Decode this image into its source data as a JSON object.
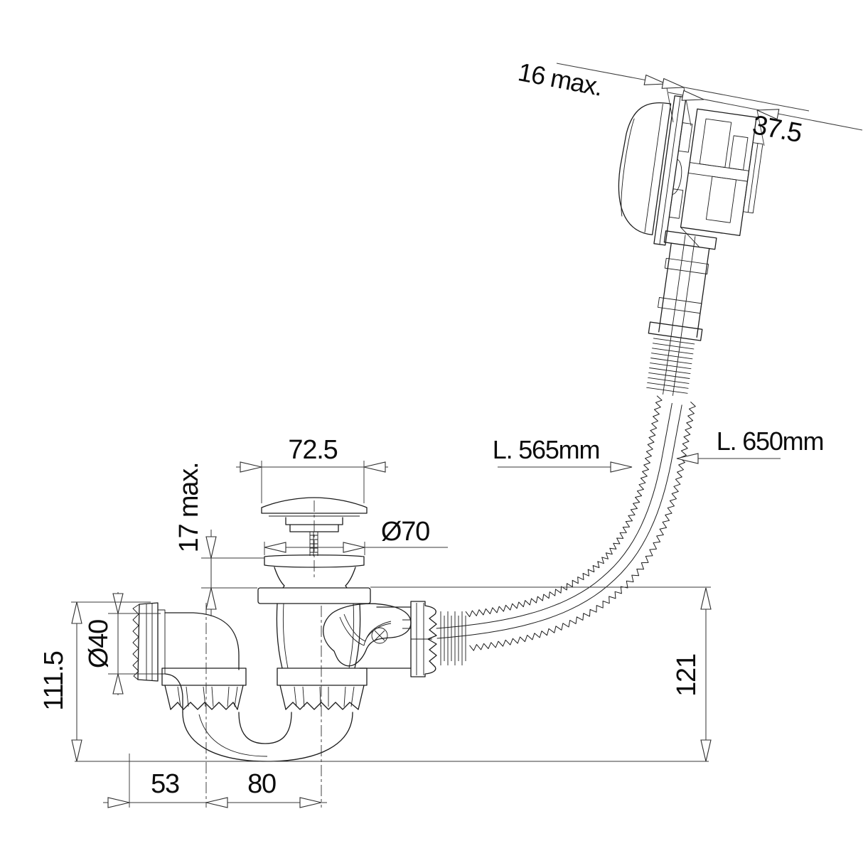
{
  "drawing": {
    "dimension_labels": {
      "overflow_panel_gap": "16 max.",
      "overflow_body_depth": "37.5",
      "hose_length_to_tee": "L. 565mm",
      "hose_length_overall": "L. 650mm",
      "plug_cap_width": "72.5",
      "deck_thickness": "17 max.",
      "waste_flange_diameter": "Ø70",
      "trap_pipe_diameter": "Ø40",
      "trap_height": "111.5",
      "tee_outlet_height": "121",
      "wall_to_trap_center": "53",
      "trap_to_waste_center": "80"
    }
  }
}
